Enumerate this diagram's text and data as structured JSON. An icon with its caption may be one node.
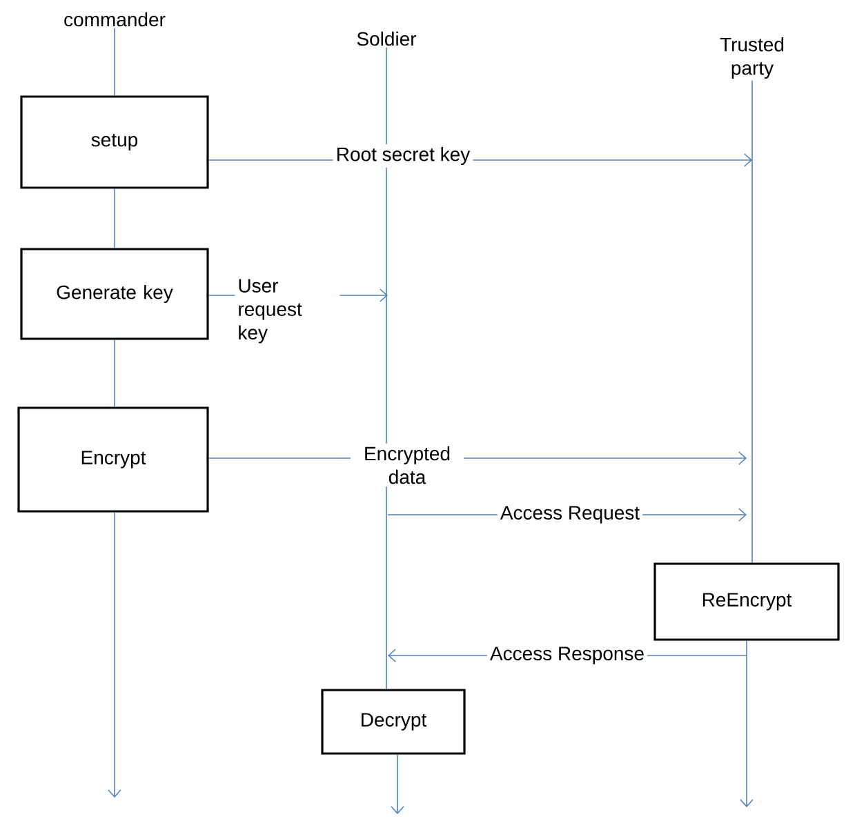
{
  "diagram": {
    "nodes": [
      {
        "text": [
          "commander"
        ]
      },
      {
        "text": [
          "Soldier"
        ]
      },
      {
        "text": [
          "Trusted party"
        ]
      },
      {
        "text": [
          "setup"
        ]
      },
      {
        "text": [
          "Generate key"
        ]
      },
      {
        "text": [
          "Encrypt"
        ]
      },
      {
        "text": [
          "ReEncrypt"
        ]
      },
      {
        "text": [
          "Decrypt"
        ]
      }
    ],
    "edges": [
      {
        "from": 0,
        "to": 3,
        "arrow": "none"
      },
      {
        "from": 3,
        "to": 4,
        "arrow": "none"
      },
      {
        "from": 4,
        "to": 5,
        "arrow": "none"
      },
      {
        "from": 5,
        "to": null,
        "arrow": "to"
      },
      {
        "from": 1,
        "to": 7,
        "arrow": "none"
      },
      {
        "from": 7,
        "to": null,
        "arrow": "to"
      },
      {
        "from": 2,
        "to": 6,
        "arrow": "none"
      },
      {
        "from": 6,
        "to": null,
        "arrow": "to"
      },
      {
        "from": 3,
        "to": 2,
        "arrow": "to",
        "label": "Root secret key"
      },
      {
        "from": 4,
        "to": null,
        "arrow": "to",
        "label": "User request key"
      },
      {
        "from": 5,
        "to": null,
        "arrow": "to",
        "label": "Encrypted data"
      },
      {
        "from": null,
        "to": 6,
        "arrow": "to",
        "label": "Access Request"
      },
      {
        "from": 6,
        "to": null,
        "arrow": "to",
        "label": "Access Response"
      }
    ]
  }
}
